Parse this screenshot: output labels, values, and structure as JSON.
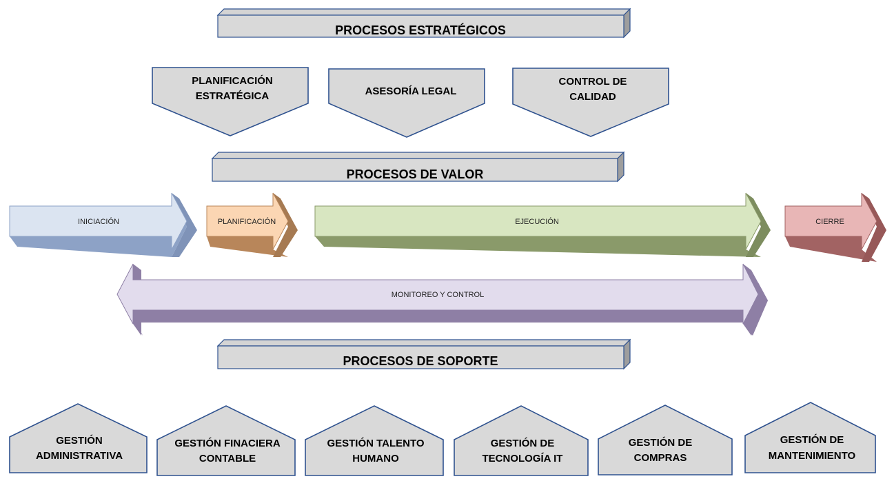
{
  "strategic": {
    "title": "PROCESOS ESTRATÉGICOS",
    "items": [
      {
        "lines": [
          "PLANIFICACIÓN",
          "ESTRATÉGICA"
        ]
      },
      {
        "lines": [
          "ASESORÍA LEGAL"
        ]
      },
      {
        "lines": [
          "CONTROL DE",
          "CALIDAD"
        ]
      }
    ]
  },
  "value": {
    "title": "PROCESOS DE VALOR",
    "phases": [
      {
        "label": "INICIACIÓN",
        "color": "#dbe4f1",
        "dark": "#8da2c6"
      },
      {
        "label": "PLANIFICACIÓN",
        "color": "#fbd6b3",
        "dark": "#b8865a"
      },
      {
        "label": "EJECUCIÓN",
        "color": "#d8e6c1",
        "dark": "#8a9a6a"
      },
      {
        "label": "CIERRE",
        "color": "#e8b6b6",
        "dark": "#a26363"
      }
    ],
    "monitoring": {
      "label": "MONITOREO Y CONTROL",
      "color": "#e2dced",
      "dark": "#8e7fa5"
    }
  },
  "support": {
    "title": "PROCESOS DE SOPORTE",
    "items": [
      {
        "lines": [
          "GESTIÓN",
          "ADMINISTRATIVA"
        ]
      },
      {
        "lines": [
          "GESTIÓN FINACIERA",
          "CONTABLE"
        ]
      },
      {
        "lines": [
          "GESTIÓN TALENTO",
          "HUMANO"
        ]
      },
      {
        "lines": [
          "GESTIÓN DE",
          "TECNOLOGÍA IT"
        ]
      },
      {
        "lines": [
          "GESTIÓN DE",
          "COMPRAS"
        ]
      },
      {
        "lines": [
          "GESTIÓN DE",
          "MANTENIMIENTO"
        ]
      }
    ]
  },
  "colors": {
    "shape_fill": "#d9d9d9",
    "shape_stroke": "#2f528f",
    "bar_top": "#cfcfcf",
    "bar_side": "#9e9e9e"
  }
}
